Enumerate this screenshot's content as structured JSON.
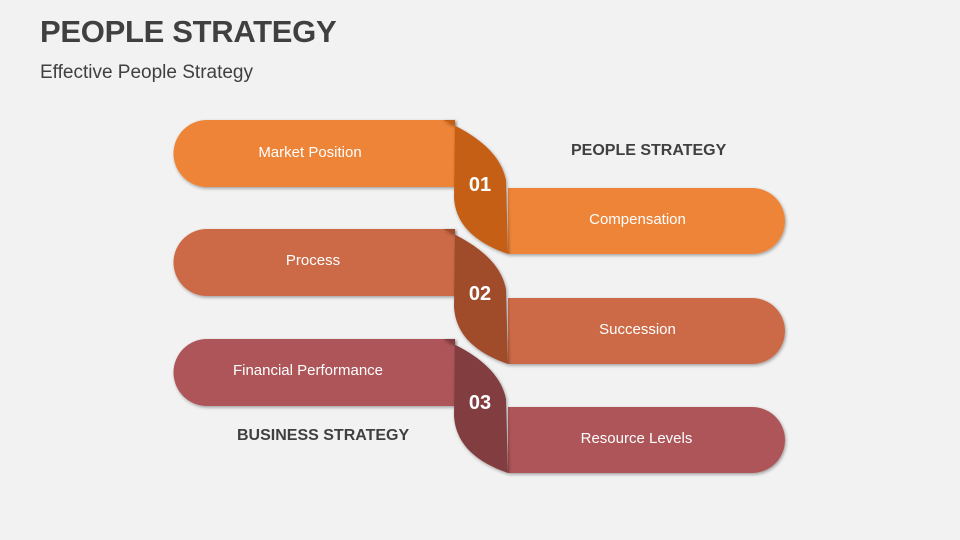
{
  "header": {
    "title": "PEOPLE STRATEGY",
    "subtitle": "Effective People Strategy"
  },
  "labels": {
    "people_strategy": "PEOPLE STRATEGY",
    "business_strategy": "BUSINESS STRATEGY"
  },
  "steps": [
    {
      "number": "01",
      "left": "Market Position",
      "right": "Compensation",
      "color": "#ed8438",
      "dark": "#c55f17"
    },
    {
      "number": "02",
      "left": "Process",
      "right": "Succession",
      "color": "#cc6a47",
      "dark": "#a04b2c"
    },
    {
      "number": "03",
      "left": "Financial Performance",
      "right": "Resource Levels",
      "color": "#ad5459",
      "dark": "#823c40"
    }
  ]
}
